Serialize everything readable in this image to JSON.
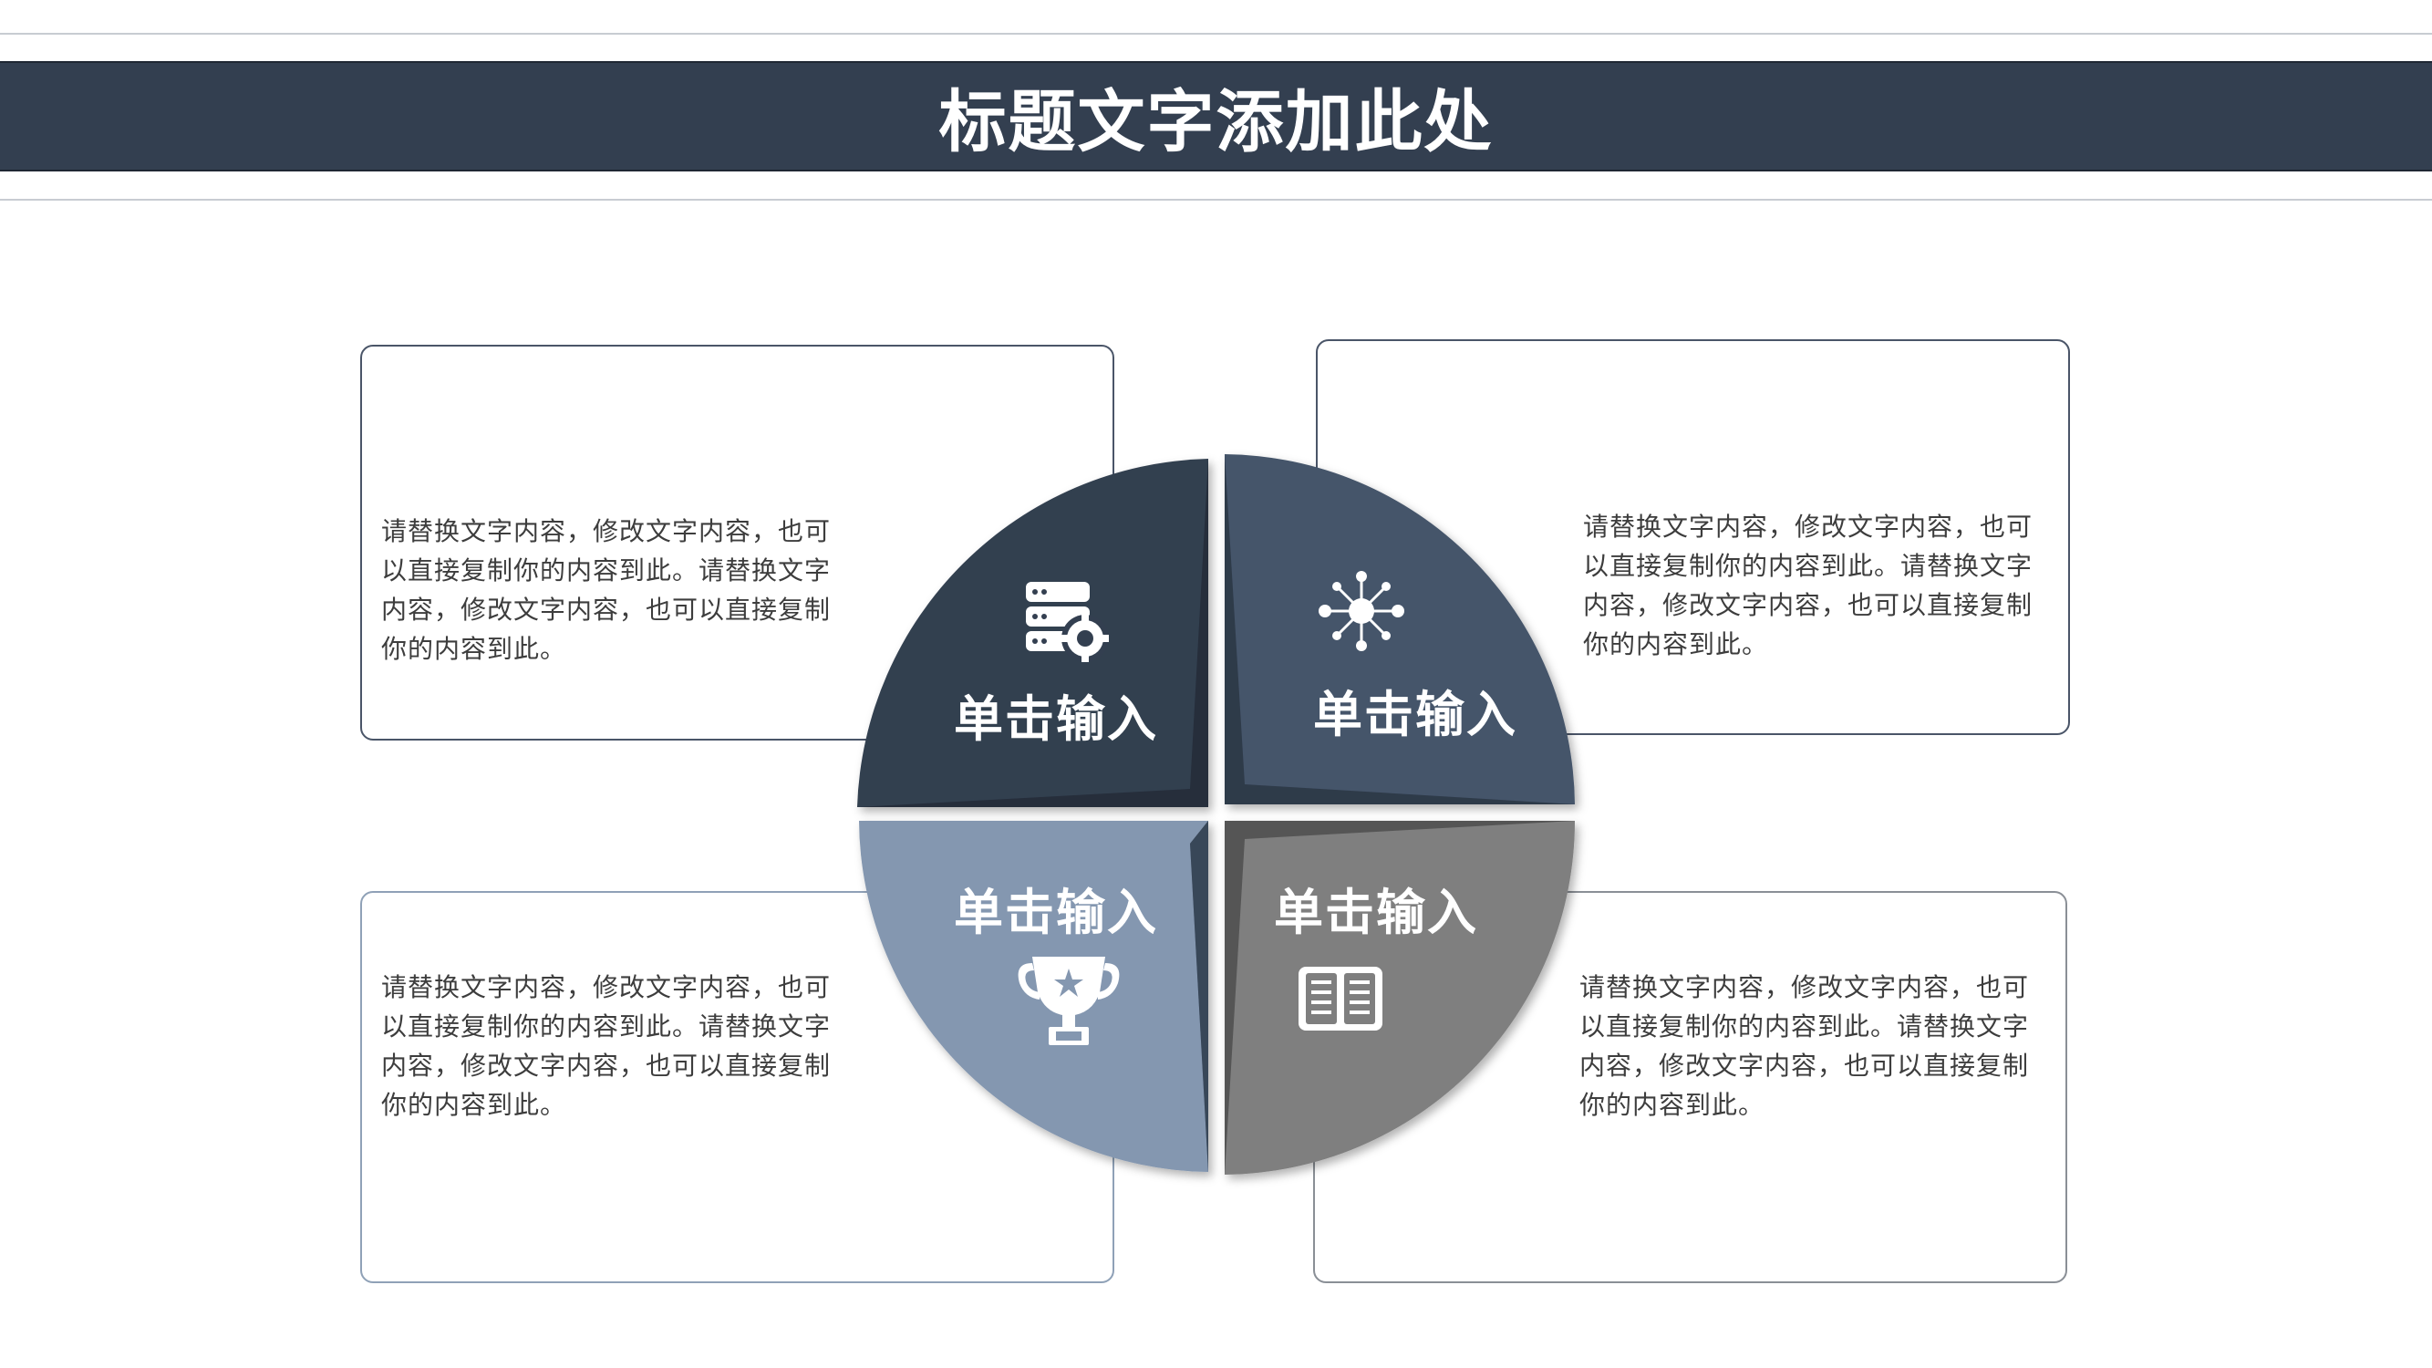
{
  "title": "标题文字添加此处",
  "colors": {
    "title_bar": "#333f50",
    "quadrant_top_left": "#333f50",
    "quadrant_top_right": "#44546a",
    "quadrant_bottom_left": "#8497b0",
    "quadrant_bottom_right": "#7f7f7f"
  },
  "quadrants": [
    {
      "label": "单击输入",
      "icon": "server-gear-icon",
      "text": "请替换文字内容，修改文字内容，也可以直接复制你的内容到此。请替换文字内容，修改文字内容，也可以直接复制你的内容到此。"
    },
    {
      "label": "单击输入",
      "icon": "network-hub-icon",
      "text": "请替换文字内容，修改文字内容，也可以直接复制你的内容到此。请替换文字内容，修改文字内容，也可以直接复制你的内容到此。"
    },
    {
      "label": "单击输入",
      "icon": "trophy-icon",
      "text": "请替换文字内容，修改文字内容，也可以直接复制你的内容到此。请替换文字内容，修改文字内容，也可以直接复制你的内容到此。"
    },
    {
      "label": "单击输入",
      "icon": "book-icon",
      "text": "请替换文字内容，修改文字内容，也可以直接复制你的内容到此。请替换文字内容，修改文字内容，也可以直接复制你的内容到此。"
    }
  ]
}
